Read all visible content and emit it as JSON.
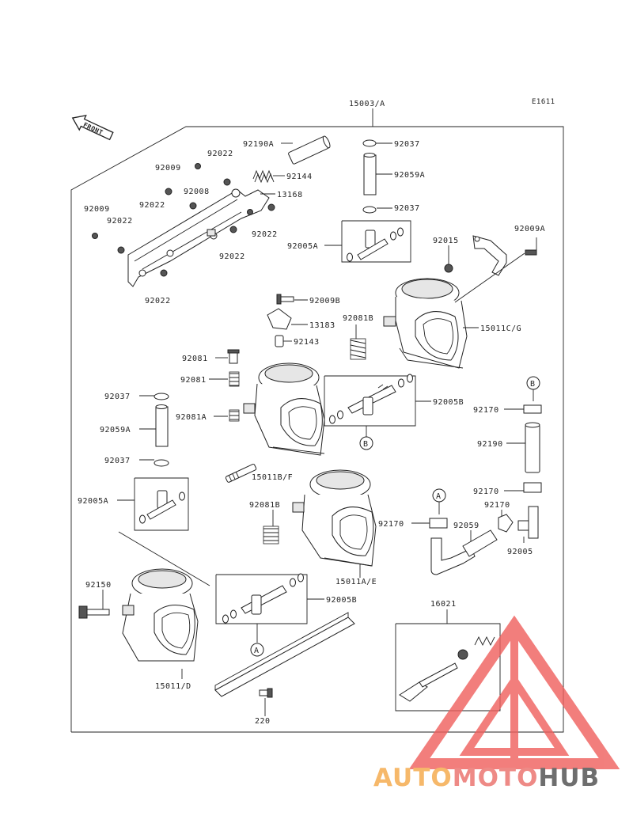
{
  "diagram": {
    "code": "E1611",
    "assembly": "15003/A",
    "front": "FRONT",
    "labels": [
      {
        "id": "92190A",
        "text": "92190A"
      },
      {
        "id": "92037a",
        "text": "92037"
      },
      {
        "id": "92022a",
        "text": "92022"
      },
      {
        "id": "92009a",
        "text": "92009"
      },
      {
        "id": "92144",
        "text": "92144"
      },
      {
        "id": "92059Aa",
        "text": "92059A"
      },
      {
        "id": "92008",
        "text": "92008"
      },
      {
        "id": "13168",
        "text": "13168"
      },
      {
        "id": "92037b",
        "text": "92037"
      },
      {
        "id": "92009b",
        "text": "92009"
      },
      {
        "id": "92022b",
        "text": "92022"
      },
      {
        "id": "92022c",
        "text": "92022"
      },
      {
        "id": "92022d",
        "text": "92022"
      },
      {
        "id": "92005Aa",
        "text": "92005A"
      },
      {
        "id": "92015",
        "text": "92015"
      },
      {
        "id": "92009A",
        "text": "92009A"
      },
      {
        "id": "92022e",
        "text": "92022"
      },
      {
        "id": "92022f",
        "text": "92022"
      },
      {
        "id": "92022g",
        "text": "92022"
      },
      {
        "id": "92009B",
        "text": "92009B"
      },
      {
        "id": "13183",
        "text": "13183"
      },
      {
        "id": "92081Ba",
        "text": "92081B"
      },
      {
        "id": "15011CG",
        "text": "15011C/G"
      },
      {
        "id": "92143",
        "text": "92143"
      },
      {
        "id": "92081a",
        "text": "92081"
      },
      {
        "id": "92081b",
        "text": "92081"
      },
      {
        "id": "92037c",
        "text": "92037"
      },
      {
        "id": "92005Ba",
        "text": "92005B"
      },
      {
        "id": "92170a",
        "text": "92170"
      },
      {
        "id": "92081A",
        "text": "92081A"
      },
      {
        "id": "92059Ab",
        "text": "92059A"
      },
      {
        "id": "92190",
        "text": "92190"
      },
      {
        "id": "92037d",
        "text": "92037"
      },
      {
        "id": "15011BF",
        "text": "15011B/F"
      },
      {
        "id": "92005Ab",
        "text": "92005A"
      },
      {
        "id": "92081Bb",
        "text": "92081B"
      },
      {
        "id": "92170b",
        "text": "92170"
      },
      {
        "id": "92170c",
        "text": "92170"
      },
      {
        "id": "92170d",
        "text": "92170"
      },
      {
        "id": "92059",
        "text": "92059"
      },
      {
        "id": "92005",
        "text": "92005"
      },
      {
        "id": "15011AE",
        "text": "15011A/E"
      },
      {
        "id": "92150",
        "text": "92150"
      },
      {
        "id": "92005Bb",
        "text": "92005B"
      },
      {
        "id": "16021",
        "text": "16021"
      },
      {
        "id": "15011D",
        "text": "15011/D"
      },
      {
        "id": "220",
        "text": "220"
      }
    ],
    "markers": [
      "A",
      "B"
    ]
  },
  "watermark": {
    "part1": "AUTO",
    "part2": "MOTO",
    "part3": "HUB",
    "colors": {
      "auto": "#f6b86a",
      "moto": "#ee8a86",
      "hub": "#6e6e6e",
      "logo": "#ef5f5c"
    }
  }
}
